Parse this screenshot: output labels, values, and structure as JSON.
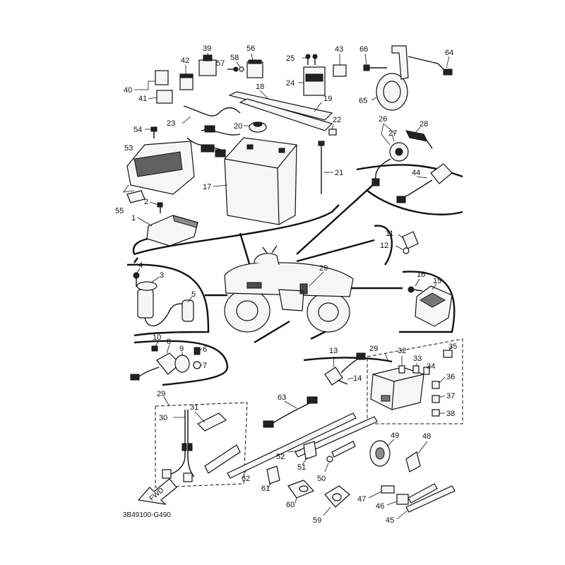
{
  "diagram": {
    "catalog_code": "3B49100-G490",
    "direction_label": "FWD",
    "callouts": {
      "c1": "1",
      "c2": "2",
      "c3": "3",
      "c4": "4",
      "c5": "5",
      "c6": "6",
      "c7": "7",
      "c8": "8",
      "c9": "9",
      "c10": "10",
      "c11": "11",
      "c12": "12",
      "c13": "13",
      "c14": "14",
      "c15": "15",
      "c16": "16",
      "c17": "17",
      "c18": "18",
      "c19": "19",
      "c20": "20",
      "c21": "21",
      "c22": "22",
      "c23": "23",
      "c24": "24",
      "c25": "25",
      "c26": "26",
      "c27": "27",
      "c28": "28",
      "c29a": "29",
      "c29b": "29",
      "c29c": "29",
      "c30": "30",
      "c31": "31",
      "c32": "32",
      "c33": "33",
      "c34": "34",
      "c35": "35",
      "c36": "36",
      "c37": "37",
      "c38": "38",
      "c39": "39",
      "c40": "40",
      "c41": "41",
      "c42": "42",
      "c43": "43",
      "c44": "44",
      "c45": "45",
      "c46": "46",
      "c47": "47",
      "c48": "48",
      "c49": "49",
      "c50": "50",
      "c51": "51",
      "c52": "52",
      "c53": "53",
      "c54": "54",
      "c55": "55",
      "c56": "56",
      "c57": "57",
      "c58": "58",
      "c59": "59",
      "c60": "60",
      "c61": "61",
      "c62": "62",
      "c63": "63",
      "c64": "64",
      "c65": "65",
      "c66": "66"
    }
  }
}
